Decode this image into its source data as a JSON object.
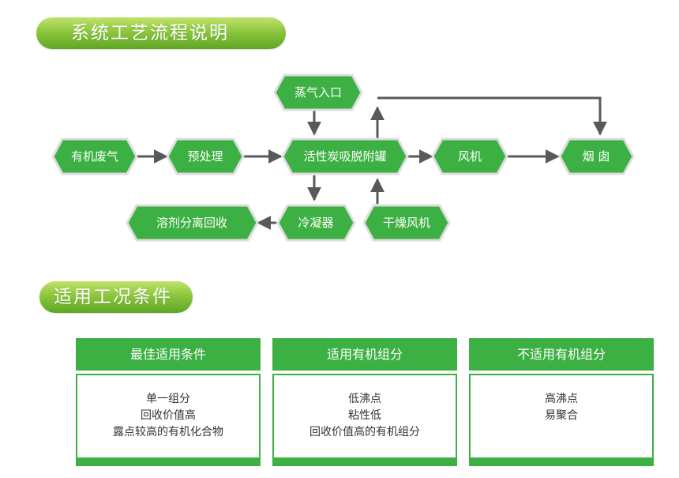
{
  "sections": {
    "process_title": "系统工艺流程说明",
    "conditions_title": "适用工况条件"
  },
  "nodes": {
    "steam": "蒸气入口",
    "waste": "有机废气",
    "pretreat": "预处理",
    "adsorber": "活性炭吸脱附罐",
    "fan": "风机",
    "chimney": "烟 囱",
    "recovery": "溶剂分离回收",
    "condenser": "冷凝器",
    "dryfan": "干燥风机"
  },
  "colors": {
    "node_fill": "#3cb043",
    "node_border": "#dddddd",
    "arrow": "#595959",
    "pill": "#8cc63f"
  },
  "cards": [
    {
      "title": "最佳适用条件",
      "lines": [
        "单一组分",
        "回收价值高",
        "露点较高的有机化合物"
      ]
    },
    {
      "title": "适用有机组分",
      "lines": [
        "低沸点",
        "粘性低",
        "回收价值高的有机组分"
      ]
    },
    {
      "title": "不适用有机组分",
      "lines": [
        "高沸点",
        "易聚合"
      ]
    }
  ]
}
